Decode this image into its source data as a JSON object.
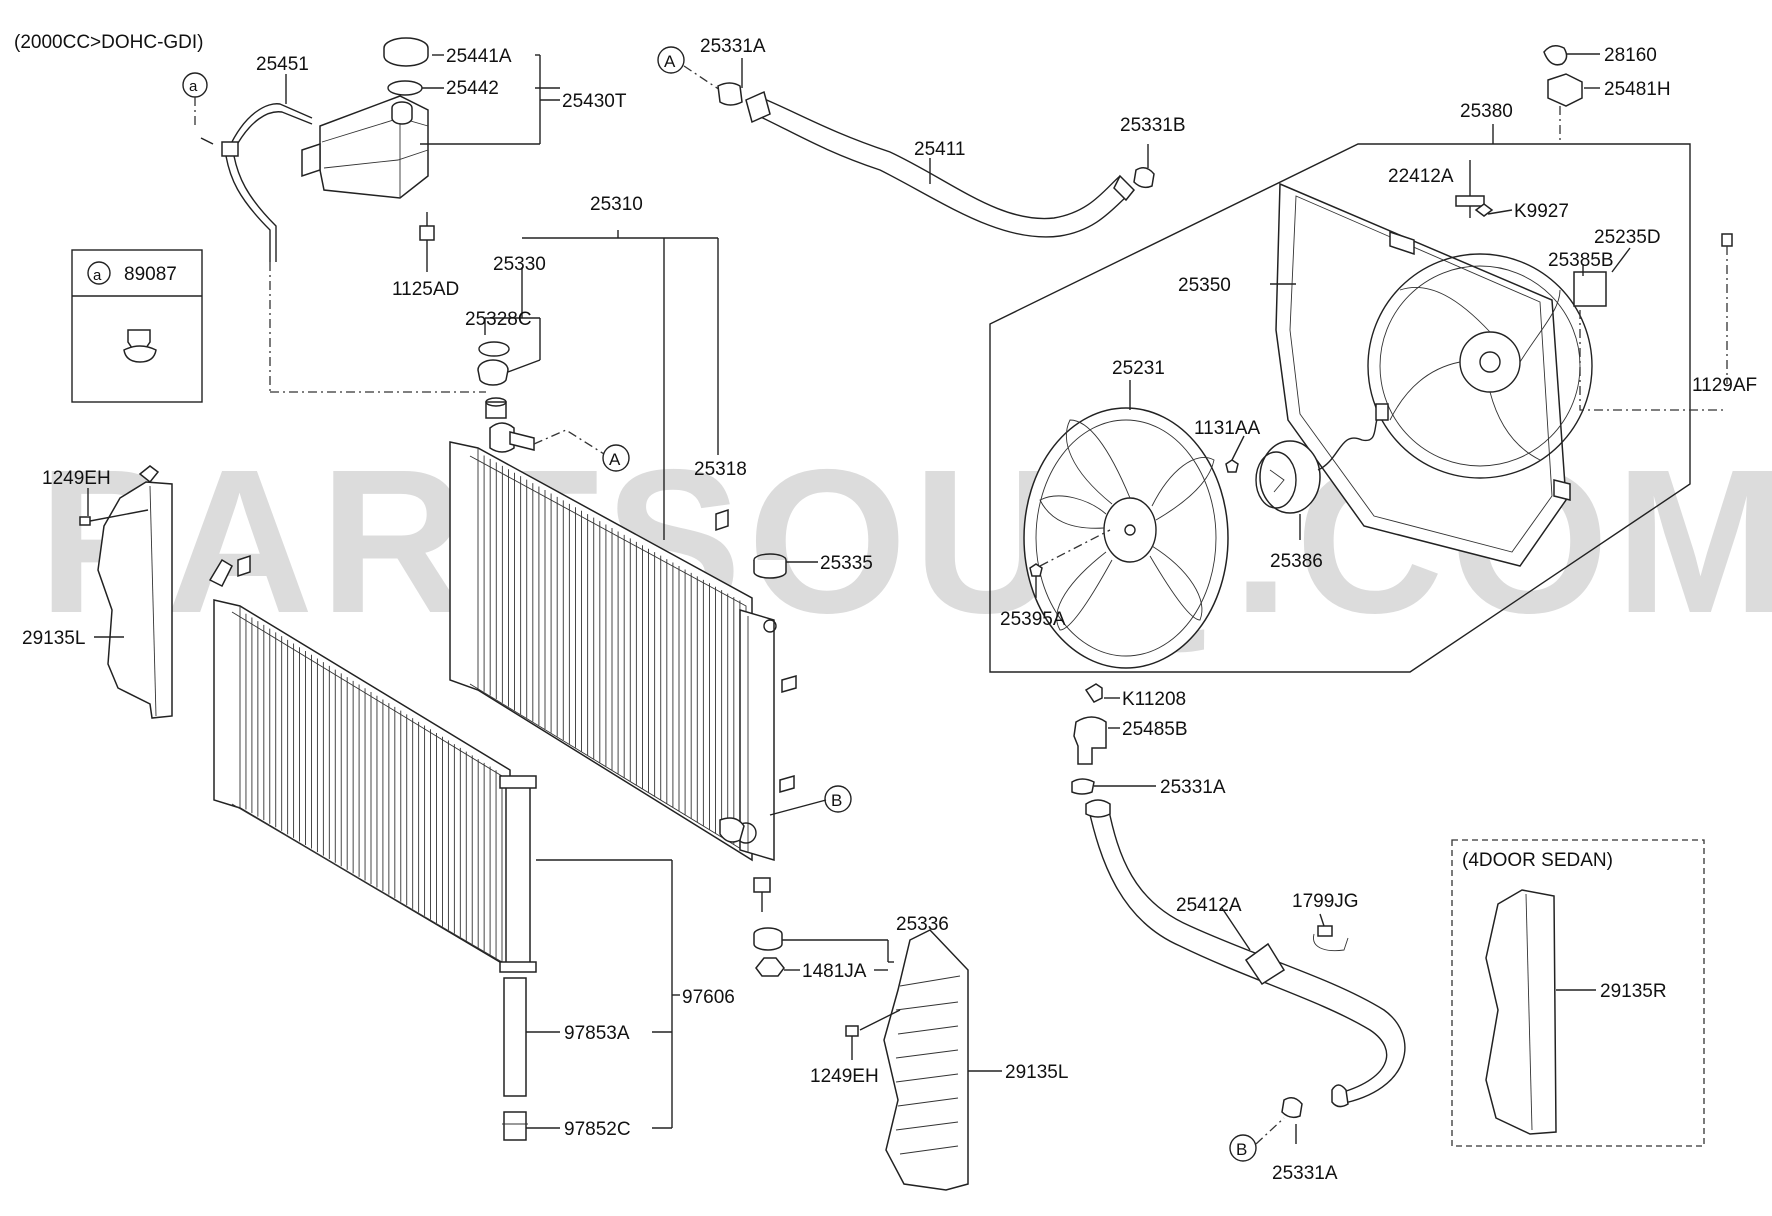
{
  "header": {
    "engine_note": "(2000CC>DOHC-GDI)"
  },
  "watermark": "PARTSOUQ.COM",
  "callouts": {
    "a": "a",
    "A": "A",
    "B": "B"
  },
  "legend_box": {
    "marker": "a",
    "part_no": "89087"
  },
  "variant_box": {
    "title": "(4DOOR SEDAN)",
    "part_no": "29135R"
  },
  "labels": {
    "p25451": "25451",
    "p25441A": "25441A",
    "p25442": "25442",
    "p25430T": "25430T",
    "p1125AD": "1125AD",
    "p25331A_top": "25331A",
    "p25411": "25411",
    "p25331B": "25331B",
    "p28160": "28160",
    "p25481H": "25481H",
    "p25380": "25380",
    "p22412A": "22412A",
    "pK9927": "K9927",
    "p25235D": "25235D",
    "p25385B": "25385B",
    "p25350": "25350",
    "p1129AF": "1129AF",
    "p25231": "25231",
    "p1131AA": "1131AA",
    "p25386": "25386",
    "p25395A": "25395A",
    "p25310": "25310",
    "p25330": "25330",
    "p25328C": "25328C",
    "p25318": "25318",
    "p25335": "25335",
    "p1249EH_left": "1249EH",
    "p29135L_left": "29135L",
    "pK11208": "K11208",
    "p25485B": "25485B",
    "p25331A_mid": "25331A",
    "p25412A": "25412A",
    "p1799JG": "1799JG",
    "p25331A_bottom": "25331A",
    "p25336": "25336",
    "p1481JA": "1481JA",
    "p97606": "97606",
    "p97853A": "97853A",
    "p97852C": "97852C",
    "p1249EH_bottom": "1249EH",
    "p29135L_bottom": "29135L"
  }
}
